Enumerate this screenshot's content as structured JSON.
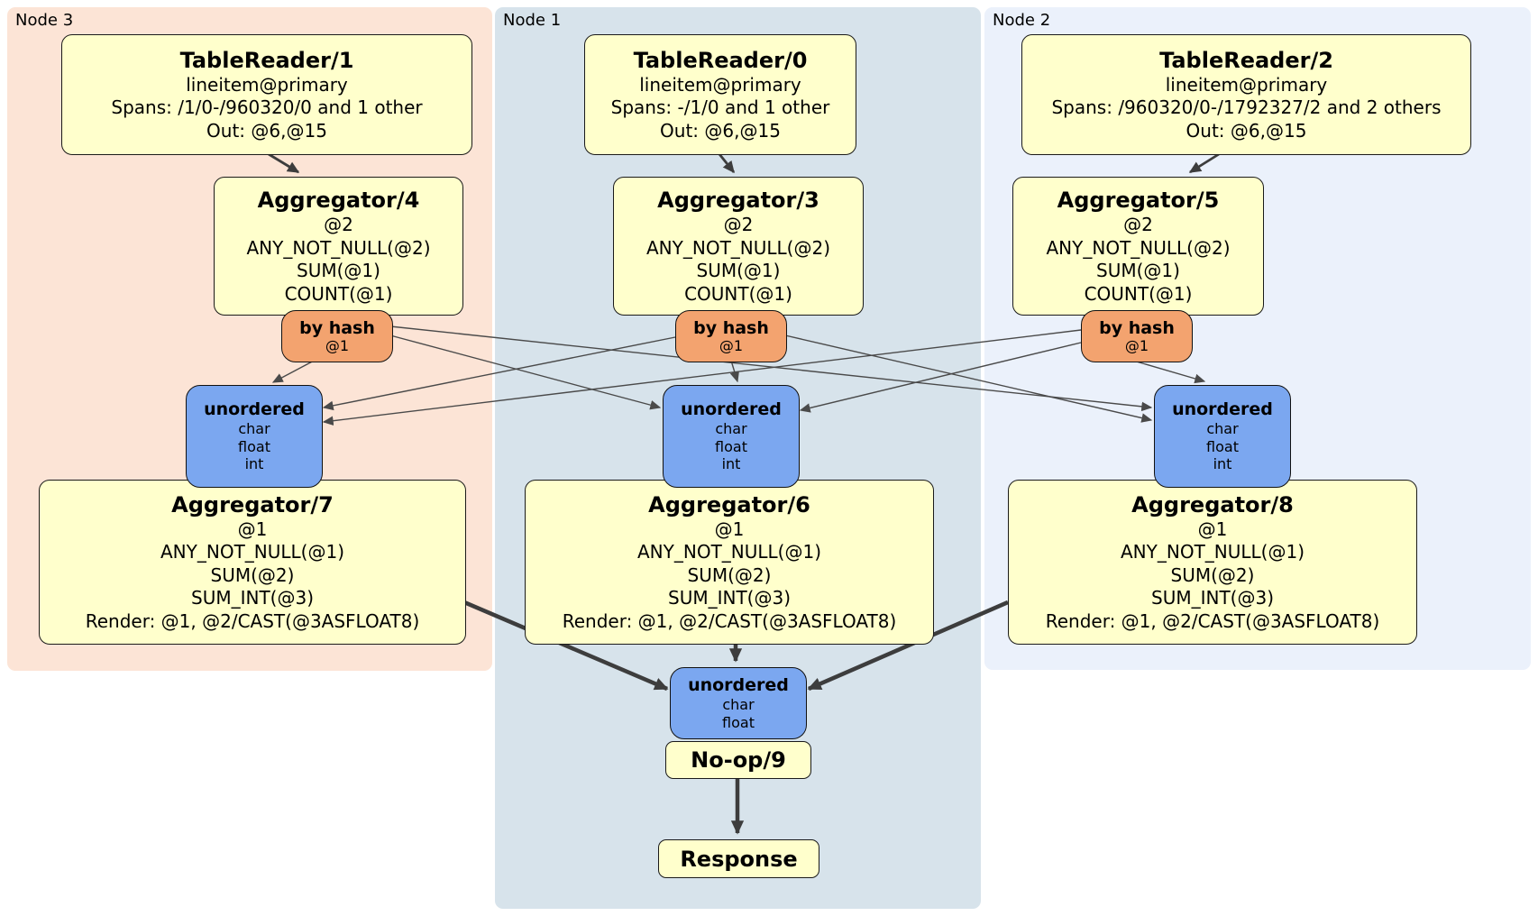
{
  "panels": [
    {
      "label": "Node 3"
    },
    {
      "label": "Node 1"
    },
    {
      "label": "Node 2"
    }
  ],
  "processors": {
    "tr1": {
      "title": "TableReader/1",
      "lines": [
        "lineitem@primary",
        "Spans: /1/0-/960320/0 and 1 other",
        "Out: @6,@15"
      ]
    },
    "tr0": {
      "title": "TableReader/0",
      "lines": [
        "lineitem@primary",
        "Spans: -/1/0 and 1 other",
        "Out: @6,@15"
      ]
    },
    "tr2": {
      "title": "TableReader/2",
      "lines": [
        "lineitem@primary",
        "Spans: /960320/0-/1792327/2 and 2 others",
        "Out: @6,@15"
      ]
    },
    "agg4": {
      "title": "Aggregator/4",
      "lines": [
        "@2",
        "ANY_NOT_NULL(@2)",
        "SUM(@1)",
        "COUNT(@1)"
      ]
    },
    "agg3": {
      "title": "Aggregator/3",
      "lines": [
        "@2",
        "ANY_NOT_NULL(@2)",
        "SUM(@1)",
        "COUNT(@1)"
      ]
    },
    "agg5": {
      "title": "Aggregator/5",
      "lines": [
        "@2",
        "ANY_NOT_NULL(@2)",
        "SUM(@1)",
        "COUNT(@1)"
      ]
    },
    "agg7": {
      "title": "Aggregator/7",
      "lines": [
        "@1",
        "ANY_NOT_NULL(@1)",
        "SUM(@2)",
        "SUM_INT(@3)",
        "Render: @1, @2/CAST(@3ASFLOAT8)"
      ]
    },
    "agg6": {
      "title": "Aggregator/6",
      "lines": [
        "@1",
        "ANY_NOT_NULL(@1)",
        "SUM(@2)",
        "SUM_INT(@3)",
        "Render: @1, @2/CAST(@3ASFLOAT8)"
      ]
    },
    "agg8": {
      "title": "Aggregator/8",
      "lines": [
        "@1",
        "ANY_NOT_NULL(@1)",
        "SUM(@2)",
        "SUM_INT(@3)",
        "Render: @1, @2/CAST(@3ASFLOAT8)"
      ]
    },
    "noop": {
      "title": "No-op/9"
    },
    "response": {
      "title": "Response"
    }
  },
  "routers": {
    "bh3": {
      "title": "by hash",
      "sub": "@1"
    },
    "bh1": {
      "title": "by hash",
      "sub": "@1"
    },
    "bh2": {
      "title": "by hash",
      "sub": "@1"
    }
  },
  "syncs": {
    "un3": {
      "title": "unordered",
      "types": [
        "char",
        "float",
        "int"
      ]
    },
    "un1": {
      "title": "unordered",
      "types": [
        "char",
        "float",
        "int"
      ]
    },
    "un2": {
      "title": "unordered",
      "types": [
        "char",
        "float",
        "int"
      ]
    },
    "unf": {
      "title": "unordered",
      "types": [
        "char",
        "float"
      ]
    }
  },
  "colors": {
    "processor_fill": "#ffffcc",
    "router_fill": "#f3a36f",
    "sync_fill": "#7ba7f0",
    "node3_bg": "#fce4d6",
    "node1_bg": "#d7e3eb",
    "node2_bg": "#ebf1fb",
    "edge": "#3d3d3d"
  }
}
